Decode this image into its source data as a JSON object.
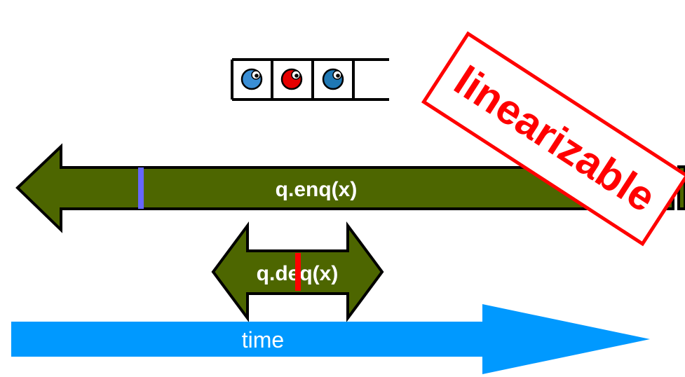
{
  "queue": {
    "cells": [
      {
        "state": "item",
        "color": "#3a8fd6"
      },
      {
        "state": "item",
        "color": "#e60000"
      },
      {
        "state": "item",
        "color": "#1f78b4"
      },
      {
        "state": "empty",
        "color": ""
      }
    ]
  },
  "operations": {
    "enq": {
      "label": "q.enq(x)",
      "marker_color": "#6666ff"
    },
    "deq": {
      "label": "q.deq(x)",
      "marker_color": "#ff0000"
    }
  },
  "colors": {
    "interval_fill": "#4d6600",
    "interval_stroke": "#000000",
    "time_arrow": "#0099ff",
    "stamp": "#ff0000"
  },
  "time_arrow": {
    "label": "time"
  },
  "stamp": {
    "text": "linearizable"
  }
}
